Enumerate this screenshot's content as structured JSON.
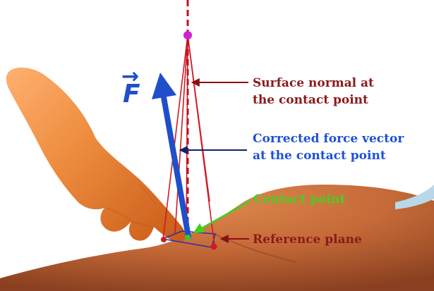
{
  "colors": {
    "background": "#ffffff",
    "skin_dark": "#8a4020",
    "skin_mid": "#c56a38",
    "skin_light": "#e08a50",
    "hand_dark": "#c85a18",
    "hand_mid": "#ec8a3c",
    "hand_light": "#ffb070",
    "normal_line": "#c01020",
    "cone": "#d01a24",
    "force_arrow": "#1f4fc9",
    "apex_point": "#d020d0",
    "contact_point": "#40c030",
    "reference_plane": "#2030b0",
    "label_normal": "#8b1a1a",
    "label_force": "#1e50d8",
    "label_contact": "#44d024",
    "label_plane": "#8b1a1a",
    "pointer_dark_red": "#8b1010",
    "pointer_navy": "#10206e",
    "pointer_green": "#40d020"
  },
  "icons": {
    "force_symbol": "vector-f-icon",
    "hand": "hand-icon",
    "body": "skin-surface-icon"
  },
  "force_symbol": {
    "letter": "F",
    "arrow": "→"
  },
  "labels": {
    "surface_normal": {
      "line1": "Surface normal at",
      "line2": "the contact point"
    },
    "corrected_force": {
      "line1": "Corrected force vector",
      "line2": "at the contact point"
    },
    "contact_point": "Contact point",
    "reference_plane": "Reference plane"
  }
}
